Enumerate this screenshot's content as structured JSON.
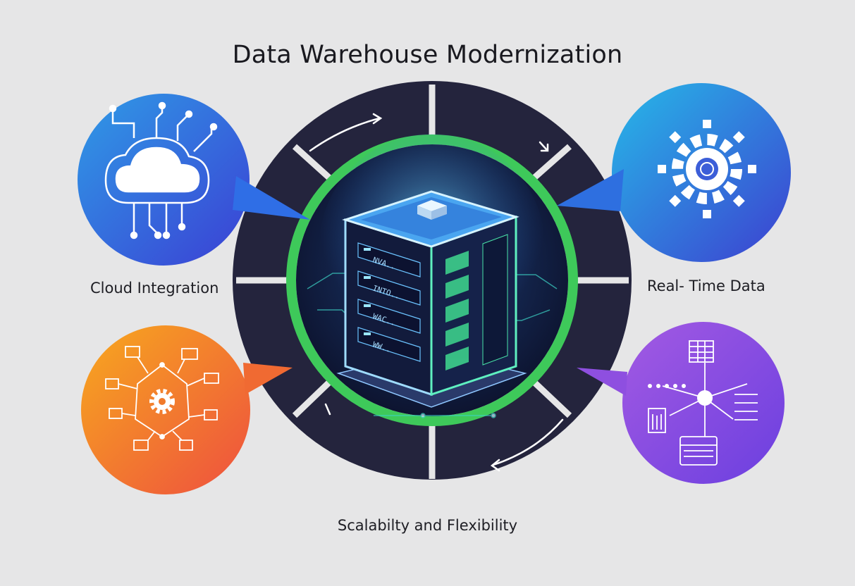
{
  "title": "Data Warehouse Modernization",
  "labels": {
    "cloud": "Cloud Integration",
    "realtime": "Real- Time Data",
    "scalability": "Scalabilty and Flexibility"
  },
  "server_tags": [
    "NVA..",
    "INTO..",
    "WAC..",
    "WW.."
  ],
  "icons": {
    "top_left": "cloud-circuit-icon",
    "top_right": "gear-icon",
    "bottom_left": "gear-network-icon",
    "bottom_right": "data-hub-icon",
    "center": "server-cube-icon"
  },
  "colors": {
    "ring_dark": "#24243d",
    "ring_green": "#3ec95a",
    "blue": "#2f6ee6",
    "orange": "#f1702e",
    "purple": "#8a4fe0"
  }
}
